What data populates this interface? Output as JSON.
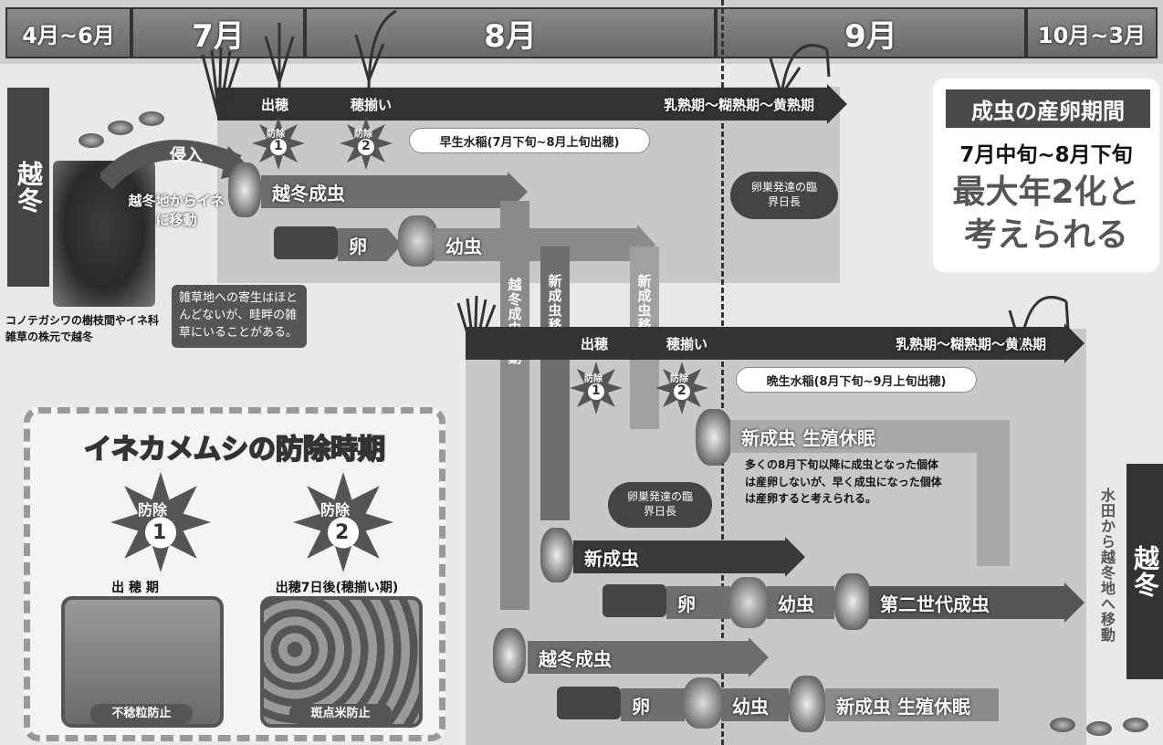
{
  "months": [
    "4月~6月",
    "7月",
    "8月",
    "9月",
    "10月~3月"
  ],
  "overwinter_label": "越冬",
  "overwinter_note": "コノテガシワの樹枝間やイネ科雑草の株元で越冬",
  "invade_label": "侵入",
  "move_label": "越冬地からイネに移動",
  "weed_note": "雑草地への寄生はほとんどないが、畦畔の雑草にいることがある。",
  "early": {
    "heading": "出穂",
    "heading_even": "穂揃い",
    "stages": "乳熟期～糊熟期～黄熟期",
    "variety": "早生水稲(7月下旬~8月上旬出穂)",
    "adult": "越冬成虫",
    "egg": "卵",
    "larva": "幼虫",
    "critical": "卵巣発達の臨界日長"
  },
  "late": {
    "heading": "出穂",
    "heading_even": "穂揃い",
    "stages": "乳熟期～糊熟期～黄熟期",
    "variety": "晩生水稲(8月下旬~9月上旬出穂)"
  },
  "vertical": {
    "overwinter_move": "越冬成虫移動",
    "new_move_1": "新成虫移動",
    "new_move_2": "新成虫移動"
  },
  "control": {
    "label": "防除",
    "n1": "1",
    "n2": "2"
  },
  "diapause": {
    "title": "新成虫 生殖休眠",
    "desc": "多くの8月下旬以降に成虫となった個体は産卵しないが、早く成虫になった個体は産卵すると考えられる。"
  },
  "critical2": "卵巣発達の臨界日長",
  "gen2": {
    "adult": "新成虫",
    "egg": "卵",
    "larva": "幼虫",
    "second": "第二世代成虫"
  },
  "gen3": {
    "adult": "越冬成虫",
    "egg": "卵",
    "larva": "幼虫",
    "diapause": "新成虫 生殖休眠"
  },
  "oviposition": {
    "title": "成虫の産卵期間",
    "period": "7月中旬~8月下旬",
    "big": "最大年2化と考えられる"
  },
  "return_label": "水田から越冬地へ移動",
  "overwinter_right": "越冬",
  "legend": {
    "title": "イネカメムシの防除時期",
    "c1_title": "出 穂 期",
    "c2_title": "出穂7日後(穂揃い期)",
    "c1_caption": "不稔粒防止",
    "c2_caption": "斑点米防止"
  }
}
